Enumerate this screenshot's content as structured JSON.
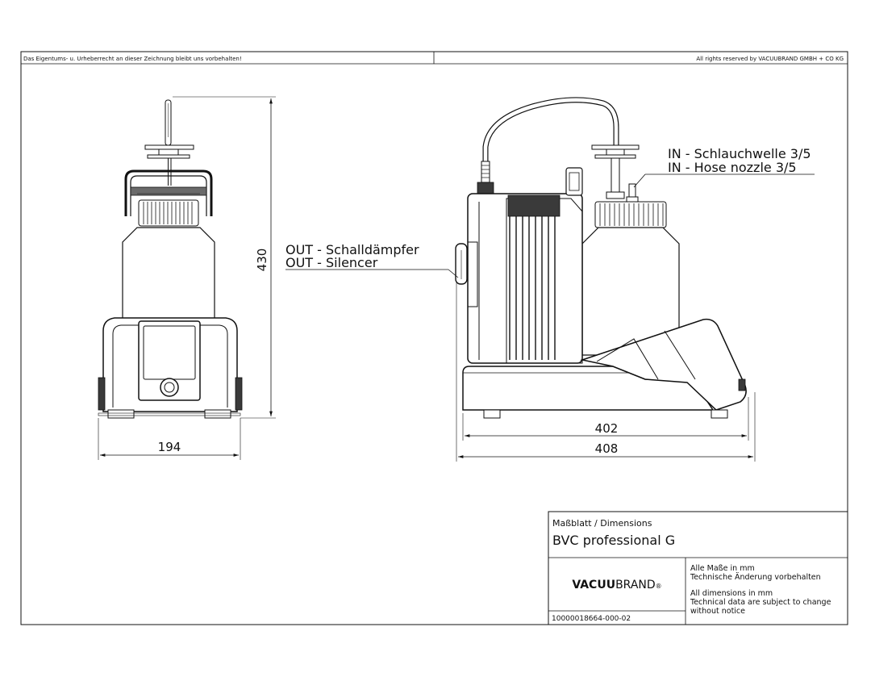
{
  "header": {
    "left_note": "Das Eigentums- u. Urheberrecht an dieser Zeichnung bleibt uns vorbehalten!",
    "right_note": "All rights reserved by VACUUBRAND GMBH + CO KG"
  },
  "dimensions": {
    "front_width": "194",
    "height": "430",
    "side_length_inner": "402",
    "side_length_outer": "408"
  },
  "callouts": {
    "out_de": "OUT - Schalldämpfer",
    "out_en": "OUT - Silencer",
    "in_de": "IN - Schlauchwelle 3/5",
    "in_en": "IN - Hose nozzle 3/5"
  },
  "title_block": {
    "sheet_type": "Maßblatt / Dimensions",
    "product": "BVC professional G",
    "logo_bold": "VACUU",
    "logo_light": "BRAND",
    "logo_mark": "®",
    "note_de_1": "Alle Maße in mm",
    "note_de_2": "Technische Änderung vorbehalten",
    "note_en_1": "All dimensions in mm",
    "note_en_2": "Technical data are subject to change",
    "note_en_3": "without notice",
    "doc_number": "10000018664-000-02"
  }
}
